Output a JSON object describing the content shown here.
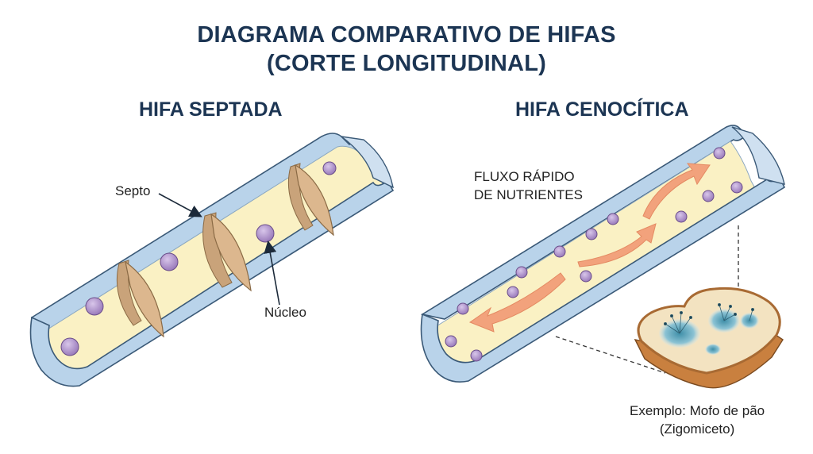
{
  "title": {
    "line1": "DIAGRAMA COMPARATIVO DE HIFAS",
    "line2": "(CORTE LONGITUDINAL)"
  },
  "left_panel": {
    "title": "HIFA SEPTADA",
    "septo_label": "Septo",
    "nucleo_label": "Núcleo"
  },
  "right_panel": {
    "title": "HIFA CENOCÍTICA",
    "flow_label_line1": "FLUXO RÁPIDO",
    "flow_label_line2": "DE NUTRIENTES",
    "example_line1": "Exemplo: Mofo de pão",
    "example_line2": "(Zigomiceto)"
  },
  "colors": {
    "title": "#1c3553",
    "wall_outer": "#b9d3ea",
    "wall_inner": "#f8efc0",
    "cytoplasm": "#faf1c4",
    "septum": "#dcb78e",
    "nucleus": "#b89ad2",
    "arrow": "#f2a27c",
    "bread_crust": "#d8965a",
    "mold": "#7fb6c9"
  }
}
